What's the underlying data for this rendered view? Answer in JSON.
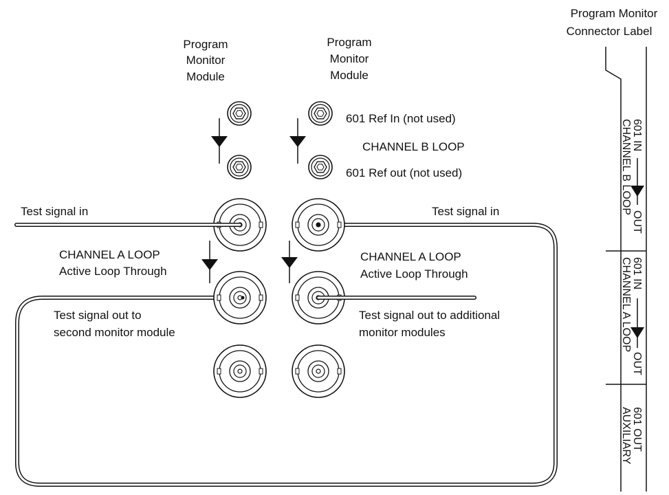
{
  "modules": {
    "left_title": [
      "Program",
      "Monitor",
      "Module"
    ],
    "right_title": [
      "Program",
      "Monitor",
      "Module"
    ]
  },
  "connector_label": {
    "title": [
      "Program Monitor",
      "Connector Label"
    ],
    "sections": [
      {
        "line1": "601 IN",
        "line2": "CHANNEL B LOOP",
        "out": "OUT"
      },
      {
        "line1": "601 IN",
        "line2": "CHANNEL A LOOP",
        "out": "OUT"
      },
      {
        "line1": "601 OUT",
        "line2": "AUXILIARY"
      }
    ]
  },
  "labels": {
    "ref_in": "601 Ref In (not used)",
    "channel_b_loop": "CHANNEL B LOOP",
    "ref_out": "601 Ref out (not used)",
    "left_test_in": "Test signal in",
    "right_test_in": "Test signal in",
    "left_channel_a": "CHANNEL A LOOP",
    "left_active": "Active Loop Through",
    "right_channel_a": "CHANNEL A LOOP",
    "right_active": "Active Loop Through",
    "left_out": [
      "Test signal out to",
      "second monitor module"
    ],
    "right_out": [
      "Test signal out to additional",
      "monitor modules"
    ]
  }
}
